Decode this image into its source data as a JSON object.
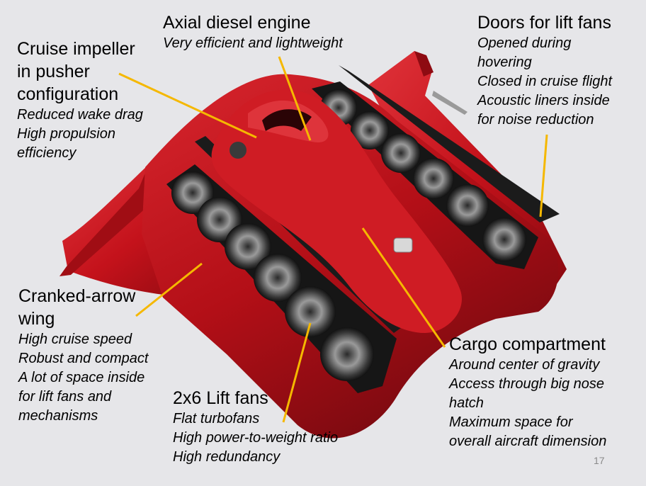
{
  "labels": {
    "engine": {
      "title": "Axial diesel engine",
      "sub": [
        "Very efficient and lightweight"
      ]
    },
    "impeller": {
      "title": [
        "Cruise impeller",
        "in pusher",
        "configuration"
      ],
      "sub": [
        "Reduced wake drag",
        "High propulsion",
        "efficiency"
      ]
    },
    "doors": {
      "title": "Doors for lift fans",
      "sub": [
        "Opened during",
        "hovering",
        "Closed in cruise flight",
        "Acoustic liners inside",
        "for noise reduction"
      ]
    },
    "wing": {
      "title": [
        "Cranked-arrow",
        "wing"
      ],
      "sub": [
        "High cruise speed",
        "Robust and compact",
        "A lot of space inside",
        "for lift fans and",
        "mechanisms"
      ]
    },
    "fans": {
      "title": "2x6 Lift fans",
      "sub": [
        "Flat turbofans",
        "High power-to-weight ratio",
        "High redundancy"
      ]
    },
    "cargo": {
      "title": "Cargo compartment",
      "sub": [
        "Around center of gravity",
        "Access through big nose",
        "hatch",
        "Maximum space for",
        "overall aircraft dimension"
      ]
    }
  },
  "page_number": "17",
  "colors": {
    "background": "#e6e6e9",
    "leader_line": "#f5b800",
    "body_red": "#c4121b",
    "body_dark_red": "#7a0a10",
    "door_black": "#1b1b1b"
  }
}
